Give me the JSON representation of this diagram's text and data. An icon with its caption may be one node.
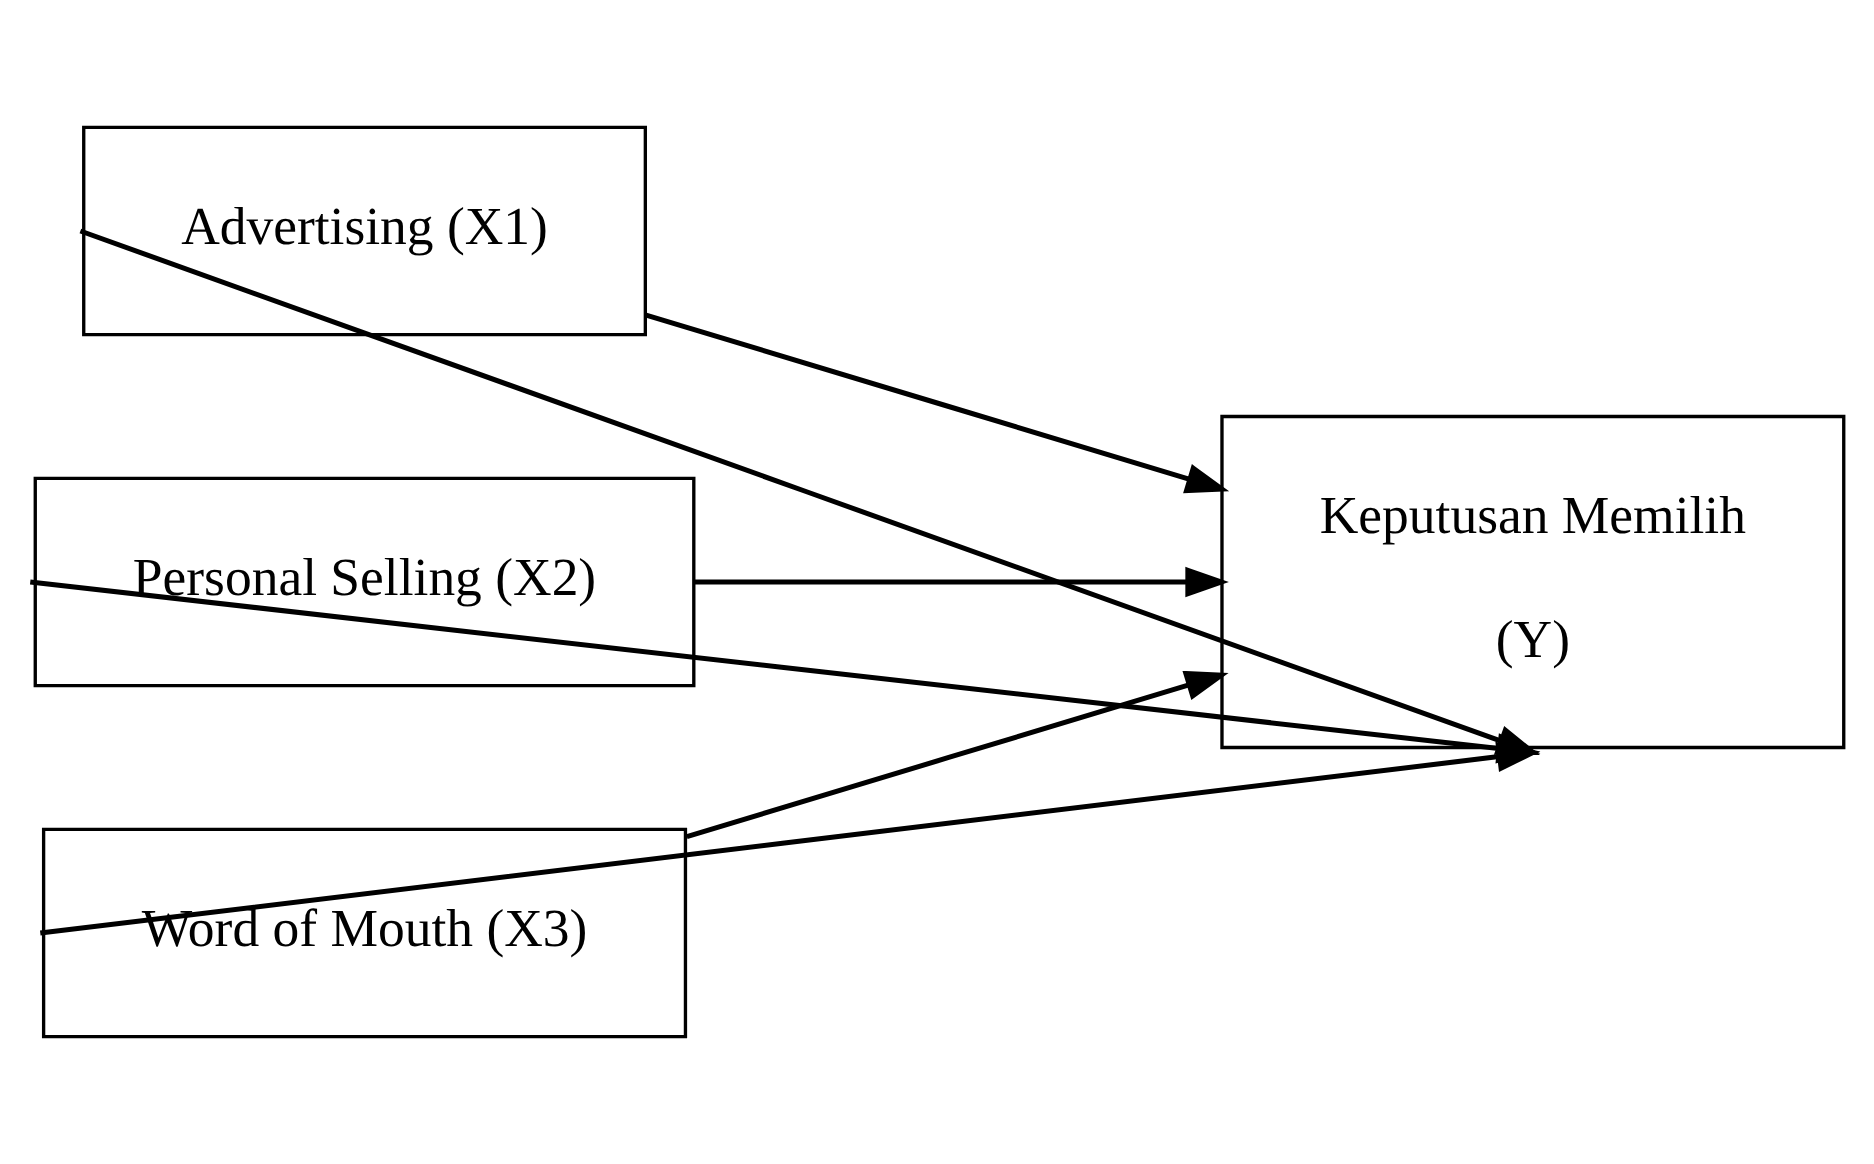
{
  "diagram": {
    "nodes": [
      {
        "text": [
          "Advertising (X1)"
        ]
      },
      {
        "text": [
          "Personal Selling (X2)"
        ]
      },
      {
        "text": [
          "Word of Mouth (X3)"
        ]
      },
      {
        "text": [
          "Keputusan Memilih",
          "(Y)"
        ]
      }
    ],
    "edges": [
      {
        "from": 0,
        "to": 3,
        "arrow": "to"
      },
      {
        "from": 1,
        "to": 3,
        "arrow": "to"
      },
      {
        "from": 2,
        "to": 3,
        "arrow": "to"
      },
      {
        "from": 0,
        "to": 3,
        "arrow": "to"
      },
      {
        "from": 1,
        "to": 3,
        "arrow": "to"
      },
      {
        "from": 2,
        "to": 3,
        "arrow": "to"
      }
    ]
  }
}
